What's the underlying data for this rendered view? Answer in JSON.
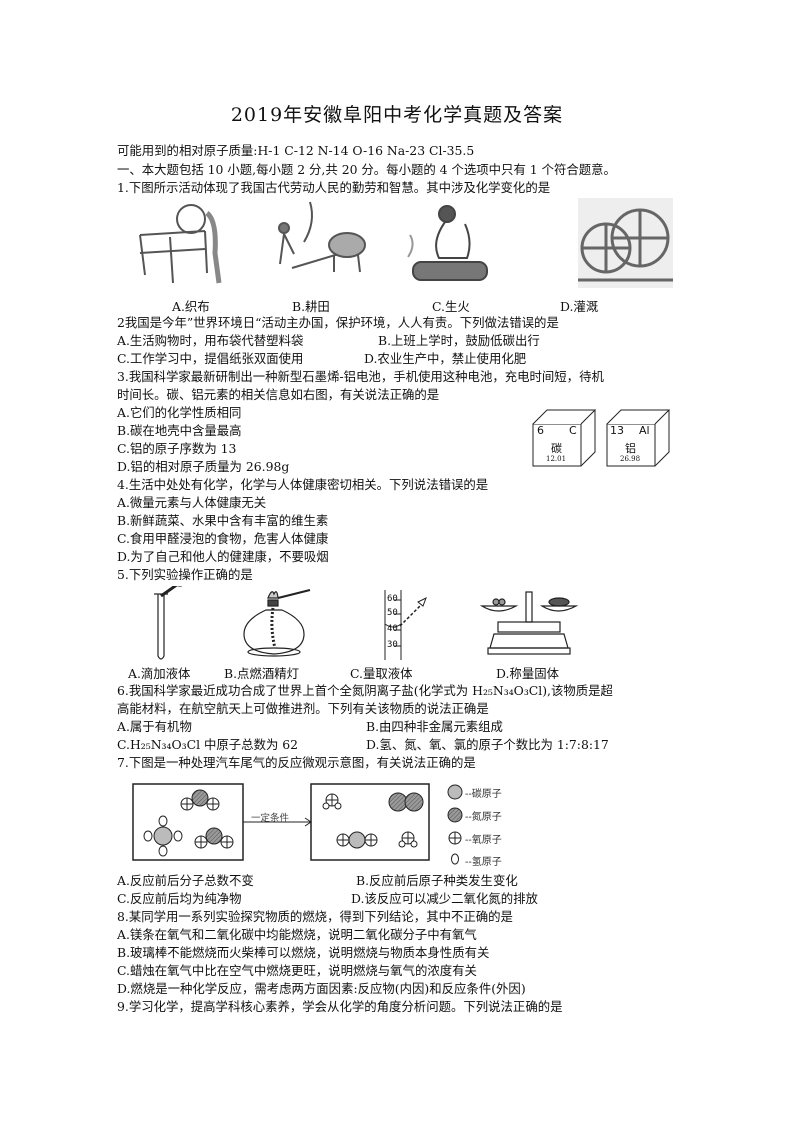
{
  "title": "2019年安徽阜阳中考化学真题及答案",
  "intro": {
    "atomic_masses": "可能用到的相对原子质量:H-1 C-12 N-14 O-16 Na-23 Cl-35.5",
    "section": "一、本大题包括 10 小题,每小题 2 分,共 20 分。每小题的 4 个选项中只有 1 个符合题意。"
  },
  "questions": [
    {
      "stem": "1.下图所示活动体现了我国古代劳动人民的勤劳和智慧。其中涉及化学变化的是",
      "image_captions": [
        "A.织布",
        "B.耕田",
        "C.生火",
        "D.灌溉"
      ],
      "images": [
        "loom-image",
        "plowing-ox-image",
        "fire-making-image",
        "waterwheel-image"
      ]
    },
    {
      "stem": "2我国是今年”世界环境日“活动主办国，保护环境，人人有责。下列做法错误的是",
      "options": [
        "A.生活购物时，用布袋代替塑料袋",
        "B.上班上学时，鼓励低碳出行",
        "C.工作学习中，提倡纸张双面使用",
        "D.农业生产中，禁止使用化肥"
      ]
    },
    {
      "stem_line1": "3.我国科学家最新研制出一种新型石墨烯-铝电池，手机使用这种电池，充电时间短，待机",
      "stem_line2": "时间长。碳、铝元素的相关信息如右图，有关说法正确的是",
      "options": [
        "A.它们的化学性质相同",
        "B.碳在地壳中含量最高",
        "C.铝的原子序数为 13",
        "D.铝的相对原子质量为 26.98g"
      ],
      "elements": [
        {
          "number": "6",
          "symbol": "C",
          "name": "碳",
          "mass": "12.01"
        },
        {
          "number": "13",
          "symbol": "Al",
          "name": "铝",
          "mass": "26.98"
        }
      ]
    },
    {
      "stem": "4.生活中处处有化学，化学与人体健康密切相关。下列说法错误的是",
      "options": [
        "A.微量元素与人体健康无关",
        "B.新鲜蔬菜、水果中含有丰富的维生素",
        "C.食用甲醛浸泡的食物，危害人体健康",
        "D.为了自己和他人的健建康，不要吸烟"
      ]
    },
    {
      "stem": "5.下列实验操作正确的是",
      "image_captions": [
        "A.滴加液体",
        "B.点燃酒精灯",
        "C.量取液体",
        "D.称量固体"
      ],
      "cylinder_ticks": [
        "60",
        "50",
        "40",
        "30"
      ]
    },
    {
      "stem_line1": "6.我国科学家最近成功合成了世界上首个全氮阴离子盐(化学式为 H₂₅N₃₄O₃Cl),该物质是超",
      "stem_line2": "高能材料，在航空航天上可做推进剂。下列有关该物质的说法正确是",
      "options": [
        "A.属于有机物",
        "B.由四种非金属元素组成",
        "C.H₂₅N₃₄O₃Cl 中原子总数为 62",
        "D.氢、氮、氧、氯的原子个数比为 1:7:8:17"
      ]
    },
    {
      "stem": "7.下图是一种处理汽车尾气的反应微观示意图，有关说法正确的是",
      "arrow_label": "一定条件",
      "legend": [
        "--碳原子",
        "--氮原子",
        "--氧原子",
        "--氢原子"
      ],
      "options": [
        "A.反应前后分子总数不变",
        "B.反应前后原子种类发生变化",
        "C.反应前后均为纯净物",
        "D.该反应可以减少二氧化氮的排放"
      ]
    },
    {
      "stem": "8.某同学用一系列实验探究物质的燃烧，得到下列结论，其中不正确的是",
      "options": [
        "A.镁条在氧气和二氧化碳中均能燃烧，说明二氧化碳分子中有氧气",
        "B.玻璃棒不能燃烧而火柴棒可以燃烧，说明燃烧与物质本身性质有关",
        "C.蜡烛在氧气中比在空气中燃烧更旺，说明燃烧与氧气的浓度有关",
        "D.燃烧是一种化学反应，需考虑两方面因素:反应物(内因)和反应条件(外因)"
      ]
    },
    {
      "stem": "9.学习化学，提高学科核心素养，学会从化学的角度分析问题。下列说法正确的是"
    }
  ]
}
